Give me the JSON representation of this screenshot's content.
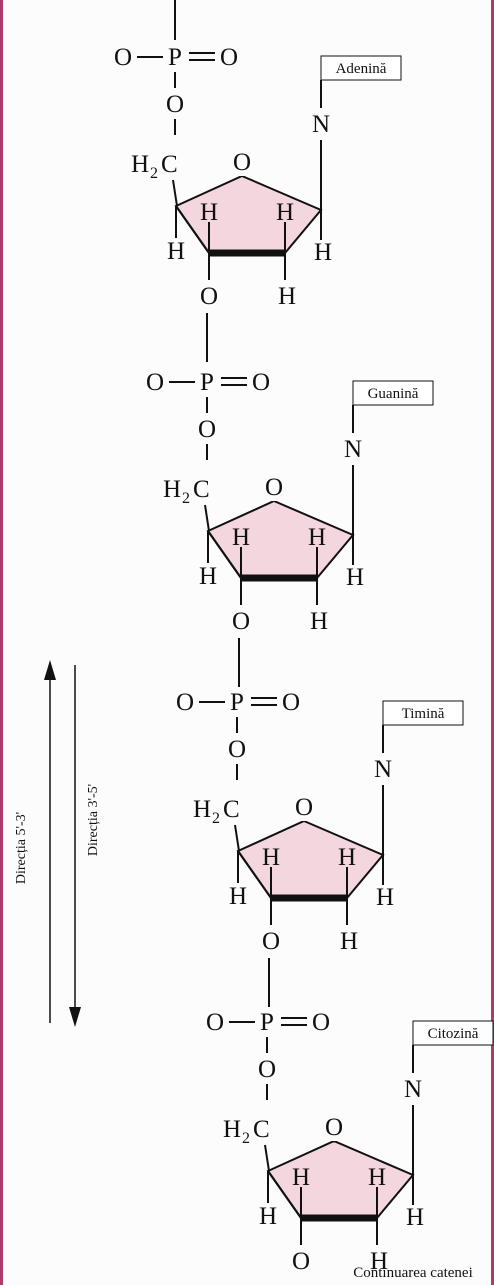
{
  "atoms": {
    "oxygen": "O",
    "phosphorus": "P",
    "hydrogen": "H",
    "nitrogen": "N",
    "ch2_carbon": "C",
    "h2_h": "H",
    "h2_sub": "2"
  },
  "bases": [
    "Adenină",
    "Guanină",
    "Timină",
    "Citozină"
  ],
  "directions": {
    "up": "Direcția 5'-3'",
    "down": "Direcția 3'-5'"
  },
  "caption": "Continuarea catenei",
  "colors": {
    "border": "#b03a6a",
    "ring_fill": "#f3d6de"
  }
}
